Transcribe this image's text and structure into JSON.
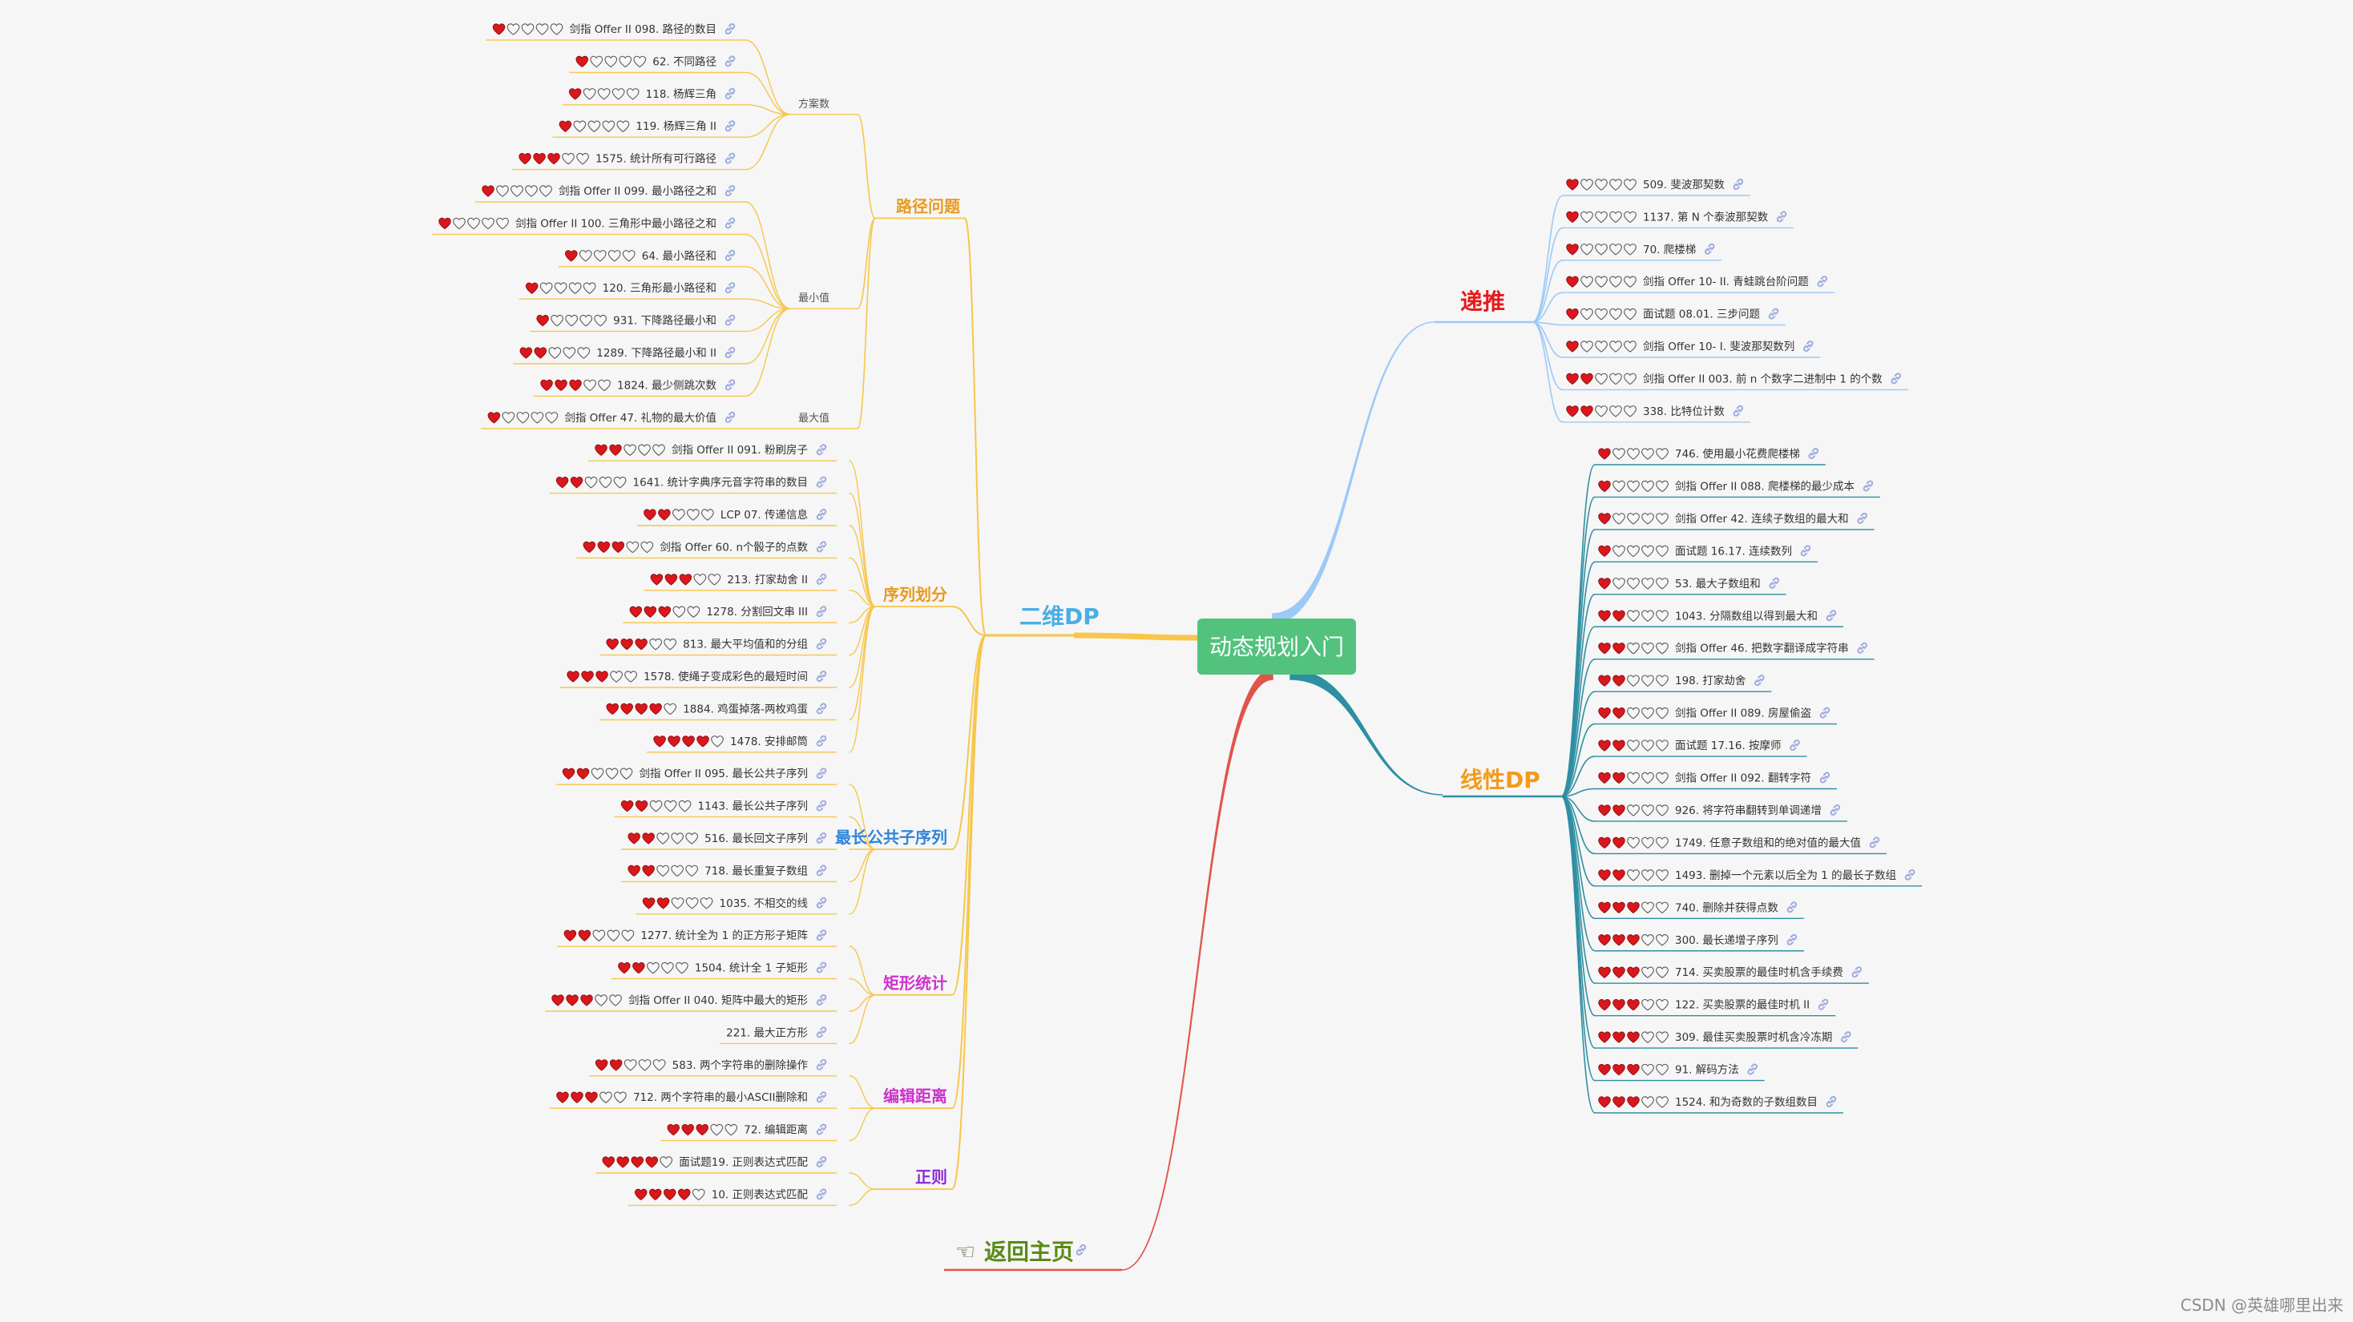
{
  "root": {
    "label": "动态规划入门",
    "color": "#52c27d"
  },
  "home": {
    "pointer": "☜",
    "label": "返回主页",
    "color": "#5a8a16"
  },
  "watermark": "CSDN @英雄哪里出来",
  "colors": {
    "heart_filled": "#d9171c",
    "heart_empty_stroke": "#555555",
    "link_icon": "#9aaadd",
    "branch_递推": "#9cc9f7",
    "branch_线性DP": "#2e8fa3",
    "branch_二维DP": "#f7c64b",
    "branch_home": "#e0544a"
  },
  "branches": [
    {
      "label": "递推",
      "color": "#e8191c",
      "line": "#9cc9f7",
      "items": [
        {
          "hearts": 1,
          "text": "509. 斐波那契数"
        },
        {
          "hearts": 1,
          "text": "1137. 第 N 个泰波那契数"
        },
        {
          "hearts": 1,
          "text": "70. 爬楼梯"
        },
        {
          "hearts": 1,
          "text": "剑指 Offer 10- II. 青蛙跳台阶问题"
        },
        {
          "hearts": 1,
          "text": "面试题 08.01. 三步问题"
        },
        {
          "hearts": 1,
          "text": "剑指 Offer 10- I. 斐波那契数列"
        },
        {
          "hearts": 2,
          "text": "剑指 Offer II 003. 前 n 个数字二进制中 1 的个数"
        },
        {
          "hearts": 2,
          "text": "338. 比特位计数"
        }
      ]
    },
    {
      "label": "线性DP",
      "color": "#f49a1a",
      "line": "#2e8fa3",
      "items": [
        {
          "hearts": 1,
          "text": "746. 使用最小花费爬楼梯"
        },
        {
          "hearts": 1,
          "text": "剑指 Offer II 088. 爬楼梯的最少成本"
        },
        {
          "hearts": 1,
          "text": "剑指 Offer 42. 连续子数组的最大和"
        },
        {
          "hearts": 1,
          "text": "面试题 16.17. 连续数列"
        },
        {
          "hearts": 1,
          "text": "53. 最大子数组和"
        },
        {
          "hearts": 2,
          "text": "1043. 分隔数组以得到最大和"
        },
        {
          "hearts": 2,
          "text": "剑指 Offer 46. 把数字翻译成字符串"
        },
        {
          "hearts": 2,
          "text": "198. 打家劫舍"
        },
        {
          "hearts": 2,
          "text": "剑指 Offer II 089. 房屋偷盗"
        },
        {
          "hearts": 2,
          "text": "面试题 17.16. 按摩师"
        },
        {
          "hearts": 2,
          "text": "剑指 Offer II 092. 翻转字符"
        },
        {
          "hearts": 2,
          "text": "926. 将字符串翻转到单调递增"
        },
        {
          "hearts": 2,
          "text": "1749. 任意子数组和的绝对值的最大值"
        },
        {
          "hearts": 2,
          "text": "1493. 删掉一个元素以后全为 1 的最长子数组"
        },
        {
          "hearts": 3,
          "text": "740. 删除并获得点数"
        },
        {
          "hearts": 3,
          "text": "300. 最长递增子序列"
        },
        {
          "hearts": 3,
          "text": "714. 买卖股票的最佳时机含手续费"
        },
        {
          "hearts": 3,
          "text": "122. 买卖股票的最佳时机 II"
        },
        {
          "hearts": 3,
          "text": "309. 最佳买卖股票时机含冷冻期"
        },
        {
          "hearts": 3,
          "text": "91. 解码方法"
        },
        {
          "hearts": 3,
          "text": "1524. 和为奇数的子数组数目"
        }
      ]
    },
    {
      "label": "二维DP",
      "color": "#49aee5",
      "line": "#f7c64b",
      "categories": [
        {
          "label": "路径问题",
          "color": "#e89a1e",
          "subgroups": [
            {
              "label": "方案数",
              "items": [
                {
                  "hearts": 1,
                  "text": "剑指 Offer II 098. 路径的数目"
                },
                {
                  "hearts": 1,
                  "text": "62. 不同路径"
                },
                {
                  "hearts": 1,
                  "text": "118. 杨辉三角"
                },
                {
                  "hearts": 1,
                  "text": "119. 杨辉三角 II"
                },
                {
                  "hearts": 3,
                  "text": "1575. 统计所有可行路径"
                }
              ]
            },
            {
              "label": "最小值",
              "items": [
                {
                  "hearts": 1,
                  "text": "剑指 Offer II 099. 最小路径之和"
                },
                {
                  "hearts": 1,
                  "text": "剑指 Offer II 100. 三角形中最小路径之和"
                },
                {
                  "hearts": 1,
                  "text": "64. 最小路径和"
                },
                {
                  "hearts": 1,
                  "text": "120. 三角形最小路径和"
                },
                {
                  "hearts": 1,
                  "text": "931. 下降路径最小和"
                },
                {
                  "hearts": 2,
                  "text": "1289. 下降路径最小和 II"
                },
                {
                  "hearts": 3,
                  "text": "1824. 最少侧跳次数"
                }
              ]
            },
            {
              "label": "最大值",
              "items": [
                {
                  "hearts": 1,
                  "text": "剑指 Offer 47. 礼物的最大价值"
                }
              ]
            }
          ]
        },
        {
          "label": "序列划分",
          "color": "#e89a1e",
          "items": [
            {
              "hearts": 2,
              "text": "剑指 Offer II 091. 粉刷房子"
            },
            {
              "hearts": 2,
              "text": "1641. 统计字典序元音字符串的数目"
            },
            {
              "hearts": 2,
              "text": "LCP 07. 传递信息"
            },
            {
              "hearts": 3,
              "text": "剑指 Offer 60. n个骰子的点数"
            },
            {
              "hearts": 3,
              "text": "213. 打家劫舍 II"
            },
            {
              "hearts": 3,
              "text": "1278. 分割回文串 III"
            },
            {
              "hearts": 3,
              "text": "813. 最大平均值和的分组"
            },
            {
              "hearts": 3,
              "text": "1578. 使绳子变成彩色的最短时间"
            },
            {
              "hearts": 4,
              "text": "1884. 鸡蛋掉落-两枚鸡蛋"
            },
            {
              "hearts": 4,
              "text": "1478. 安排邮筒"
            }
          ]
        },
        {
          "label": "最长公共子序列",
          "color": "#2f86d8",
          "items": [
            {
              "hearts": 2,
              "text": "剑指 Offer II 095. 最长公共子序列"
            },
            {
              "hearts": 2,
              "text": "1143. 最长公共子序列"
            },
            {
              "hearts": 2,
              "text": "516. 最长回文子序列"
            },
            {
              "hearts": 2,
              "text": "718. 最长重复子数组"
            },
            {
              "hearts": 2,
              "text": "1035. 不相交的线"
            }
          ]
        },
        {
          "label": "矩形统计",
          "color": "#cc33cc",
          "items": [
            {
              "hearts": 2,
              "text": "1277. 统计全为 1 的正方形子矩阵"
            },
            {
              "hearts": 2,
              "text": "1504. 统计全 1 子矩形"
            },
            {
              "hearts": 3,
              "text": "剑指 Offer II 040. 矩阵中最大的矩形"
            },
            {
              "hearts": 0,
              "text": "221. 最大正方形"
            }
          ]
        },
        {
          "label": "编辑距离",
          "color": "#cc33cc",
          "items": [
            {
              "hearts": 2,
              "text": "583. 两个字符串的删除操作"
            },
            {
              "hearts": 3,
              "text": "712. 两个字符串的最小ASCII删除和"
            },
            {
              "hearts": 3,
              "text": "72. 编辑距离"
            }
          ]
        },
        {
          "label": "正则",
          "color": "#8a2bd9",
          "items": [
            {
              "hearts": 4,
              "text": "面试题19. 正则表达式匹配"
            },
            {
              "hearts": 4,
              "text": "10. 正则表达式匹配"
            }
          ]
        }
      ]
    }
  ]
}
